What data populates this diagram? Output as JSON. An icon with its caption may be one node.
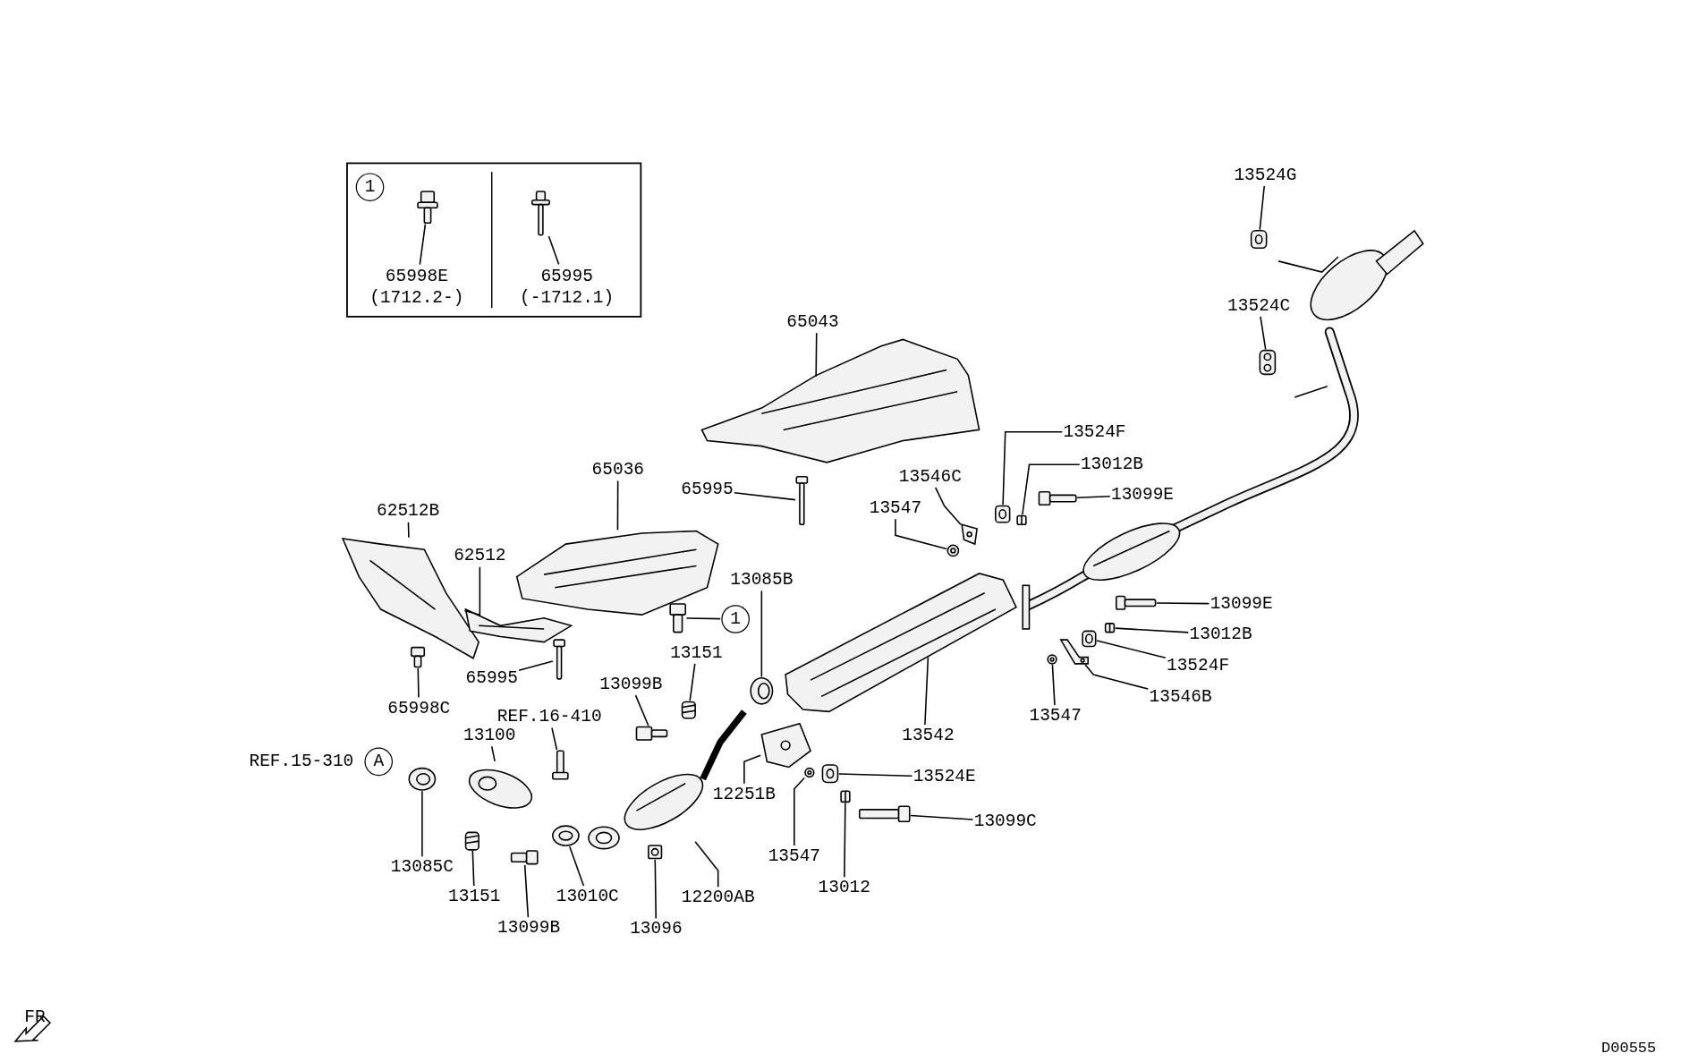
{
  "diagram": {
    "nodes": [
      {
        "text": [
          "1"
        ]
      },
      {
        "text": [
          "65998E"
        ],
        "beside": [
          "(1712.2-)"
        ]
      },
      {
        "text": [
          "65995"
        ],
        "beside": [
          "(-1712.1)"
        ]
      },
      {
        "text": [
          "65043"
        ]
      },
      {
        "text": [
          "65036"
        ]
      },
      {
        "text": [
          "62512B"
        ]
      },
      {
        "text": [
          "62512"
        ]
      },
      {
        "text": [
          "65995"
        ]
      },
      {
        "text": [
          "13524G"
        ]
      },
      {
        "text": [
          "13524C"
        ]
      },
      {
        "text": [
          "13524F"
        ]
      },
      {
        "text": [
          "13546C"
        ]
      },
      {
        "text": [
          "13012B"
        ]
      },
      {
        "text": [
          "13099E"
        ]
      },
      {
        "text": [
          "13547"
        ]
      },
      {
        "text": [
          "13085B"
        ]
      },
      {
        "text": [
          "1"
        ]
      },
      {
        "text": [
          "13151"
        ]
      },
      {
        "text": [
          "13099B"
        ]
      },
      {
        "text": [
          "REF.16-410"
        ]
      },
      {
        "text": [
          "13100"
        ]
      },
      {
        "text": [
          "A"
        ],
        "beside": [
          "REF.15-310"
        ]
      },
      {
        "text": [
          "13085C"
        ]
      },
      {
        "text": [
          "13151"
        ]
      },
      {
        "text": [
          "13099B"
        ]
      },
      {
        "text": [
          "13010C"
        ]
      },
      {
        "text": [
          "12200AB"
        ]
      },
      {
        "text": [
          "13096"
        ]
      },
      {
        "text": [
          "65998C"
        ]
      },
      {
        "text": [
          "65995"
        ]
      },
      {
        "text": [
          "13542"
        ]
      },
      {
        "text": [
          "12251B"
        ]
      },
      {
        "text": [
          "13547"
        ]
      },
      {
        "text": [
          "13012"
        ]
      },
      {
        "text": [
          "13524E"
        ]
      },
      {
        "text": [
          "13099C"
        ]
      },
      {
        "text": [
          "13099E"
        ]
      },
      {
        "text": [
          "13012B"
        ]
      },
      {
        "text": [
          "13524F"
        ]
      },
      {
        "text": [
          "13546B"
        ]
      },
      {
        "text": [
          "13547"
        ]
      },
      {
        "text": [],
        "shape": "picture"
      },
      {
        "text": [],
        "shape": "picture"
      },
      {
        "text": [],
        "shape": "picture"
      },
      {
        "text": [],
        "shape": "picture"
      },
      {
        "text": [],
        "shape": "picture"
      },
      {
        "text": [],
        "shape": "picture"
      },
      {
        "text": [],
        "shape": "picture"
      },
      {
        "text": [],
        "shape": "picture"
      },
      {
        "text": [],
        "shape": "picture"
      },
      {
        "text": [],
        "shape": "picture"
      },
      {
        "text": [],
        "shape": "picture"
      },
      {
        "text": [],
        "shape": "picture"
      },
      {
        "text": [],
        "shape": "picture"
      },
      {
        "text": [],
        "shape": "picture"
      },
      {
        "text": [],
        "shape": "picture"
      },
      {
        "text": [],
        "shape": "picture"
      },
      {
        "text": [],
        "shape": "picture"
      },
      {
        "text": [],
        "shape": "picture"
      },
      {
        "text": [],
        "shape": "picture"
      },
      {
        "text": [],
        "shape": "picture"
      },
      {
        "text": [],
        "shape": "picture"
      },
      {
        "text": [],
        "shape": "picture"
      },
      {
        "text": [],
        "shape": "picture"
      },
      {
        "text": [],
        "shape": "picture"
      },
      {
        "text": [],
        "shape": "picture"
      },
      {
        "text": [],
        "shape": "picture"
      },
      {
        "text": [],
        "shape": "picture"
      },
      {
        "text": [],
        "shape": "picture"
      },
      {
        "text": [],
        "shape": "picture"
      },
      {
        "text": [],
        "shape": "picture"
      },
      {
        "text": [],
        "shape": "picture"
      },
      {
        "text": [],
        "shape": "picture"
      },
      {
        "text": [],
        "shape": "picture"
      },
      {
        "text": [],
        "shape": "picture"
      },
      {
        "text": [],
        "shape": "picture"
      },
      {
        "text": [],
        "shape": "picture"
      },
      {
        "text": [],
        "shape": "picture"
      },
      {
        "text": [],
        "shape": "picture"
      },
      {
        "text": [],
        "shape": "picture"
      }
    ],
    "edges": [
      {
        "from": 1,
        "to": 41,
        "arrow": "none"
      },
      {
        "from": 2,
        "to": 42,
        "arrow": "none"
      },
      {
        "from": 3,
        "to": 43,
        "arrow": "none"
      },
      {
        "from": 4,
        "to": 44,
        "arrow": "none"
      },
      {
        "from": 5,
        "to": 45,
        "arrow": "none"
      },
      {
        "from": 6,
        "to": 46,
        "arrow": "none"
      },
      {
        "from": 7,
        "to": 47,
        "arrow": "none"
      },
      {
        "from": 8,
        "to": 48,
        "arrow": "none"
      },
      {
        "from": 9,
        "to": 49,
        "arrow": "none"
      },
      {
        "from": 10,
        "to": 50,
        "arrow": "none"
      },
      {
        "from": 11,
        "to": 51,
        "arrow": "none"
      },
      {
        "from": 12,
        "to": 52,
        "arrow": "none"
      },
      {
        "from": 13,
        "to": 53,
        "arrow": "none"
      },
      {
        "from": 14,
        "to": 54,
        "arrow": "none"
      },
      {
        "from": 15,
        "to": 55,
        "arrow": "none"
      },
      {
        "from": 16,
        "to": 56,
        "arrow": "none"
      },
      {
        "from": 17,
        "to": 57,
        "arrow": "none"
      },
      {
        "from": 18,
        "to": 58,
        "arrow": "none"
      },
      {
        "from": 19,
        "to": 59,
        "arrow": "none"
      },
      {
        "from": 20,
        "to": 60,
        "arrow": "none"
      },
      {
        "from": 22,
        "to": 61,
        "arrow": "none"
      },
      {
        "from": 23,
        "to": 62,
        "arrow": "none"
      },
      {
        "from": 24,
        "to": 63,
        "arrow": "none"
      },
      {
        "from": 25,
        "to": 64,
        "arrow": "none"
      },
      {
        "from": 26,
        "to": 65,
        "arrow": "none"
      },
      {
        "from": 27,
        "to": 66,
        "arrow": "none"
      },
      {
        "from": 28,
        "to": 67,
        "arrow": "none"
      },
      {
        "from": 29,
        "to": 68,
        "arrow": "none"
      },
      {
        "from": 30,
        "to": 69,
        "arrow": "none"
      },
      {
        "from": 31,
        "to": 70,
        "arrow": "none"
      },
      {
        "from": 32,
        "to": 71,
        "arrow": "none"
      },
      {
        "from": 33,
        "to": 72,
        "arrow": "none"
      },
      {
        "from": 34,
        "to": 73,
        "arrow": "none"
      },
      {
        "from": 35,
        "to": 74,
        "arrow": "none"
      },
      {
        "from": 36,
        "to": 75,
        "arrow": "none"
      },
      {
        "from": 37,
        "to": 76,
        "arrow": "none"
      },
      {
        "from": 38,
        "to": 77,
        "arrow": "none"
      },
      {
        "from": 39,
        "to": 78,
        "arrow": "none"
      },
      {
        "from": 40,
        "to": 79,
        "arrow": "none"
      }
    ],
    "labels": [
      "FR",
      "D00555"
    ]
  }
}
